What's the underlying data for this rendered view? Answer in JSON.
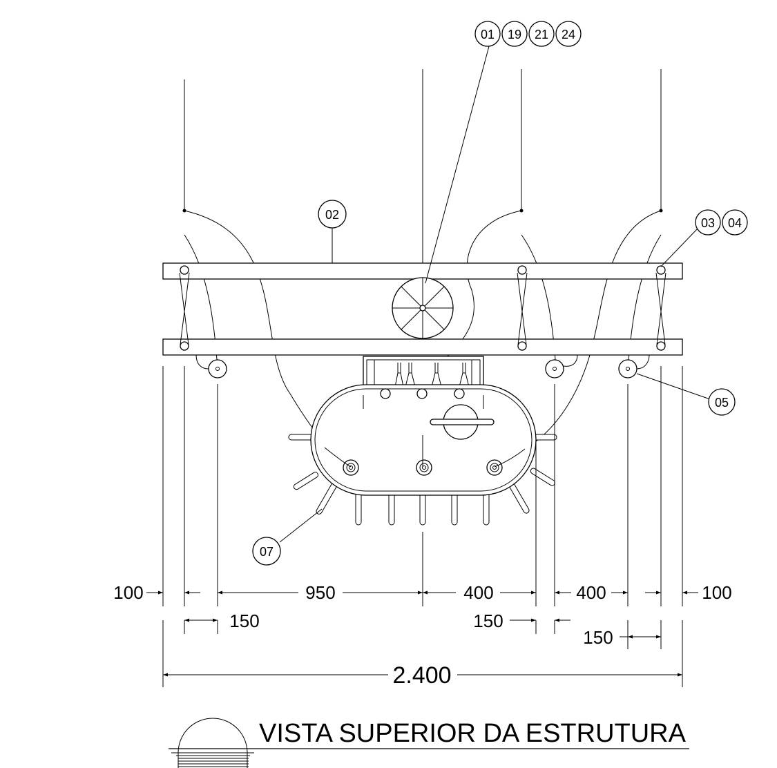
{
  "callouts": {
    "c01": "01",
    "c19": "19",
    "c21": "21",
    "c24": "24",
    "c02": "02",
    "c03": "03",
    "c04": "04",
    "c05": "05",
    "c07": "07"
  },
  "dimensions": {
    "d100_left": "100",
    "d950": "950",
    "d400_mid": "400",
    "d400_right": "400",
    "d100_right": "100",
    "d150_left": "150",
    "d150_mid": "150",
    "d150_right": "150",
    "total": "2.400"
  },
  "title": "VISTA SUPERIOR DA ESTRUTURA"
}
